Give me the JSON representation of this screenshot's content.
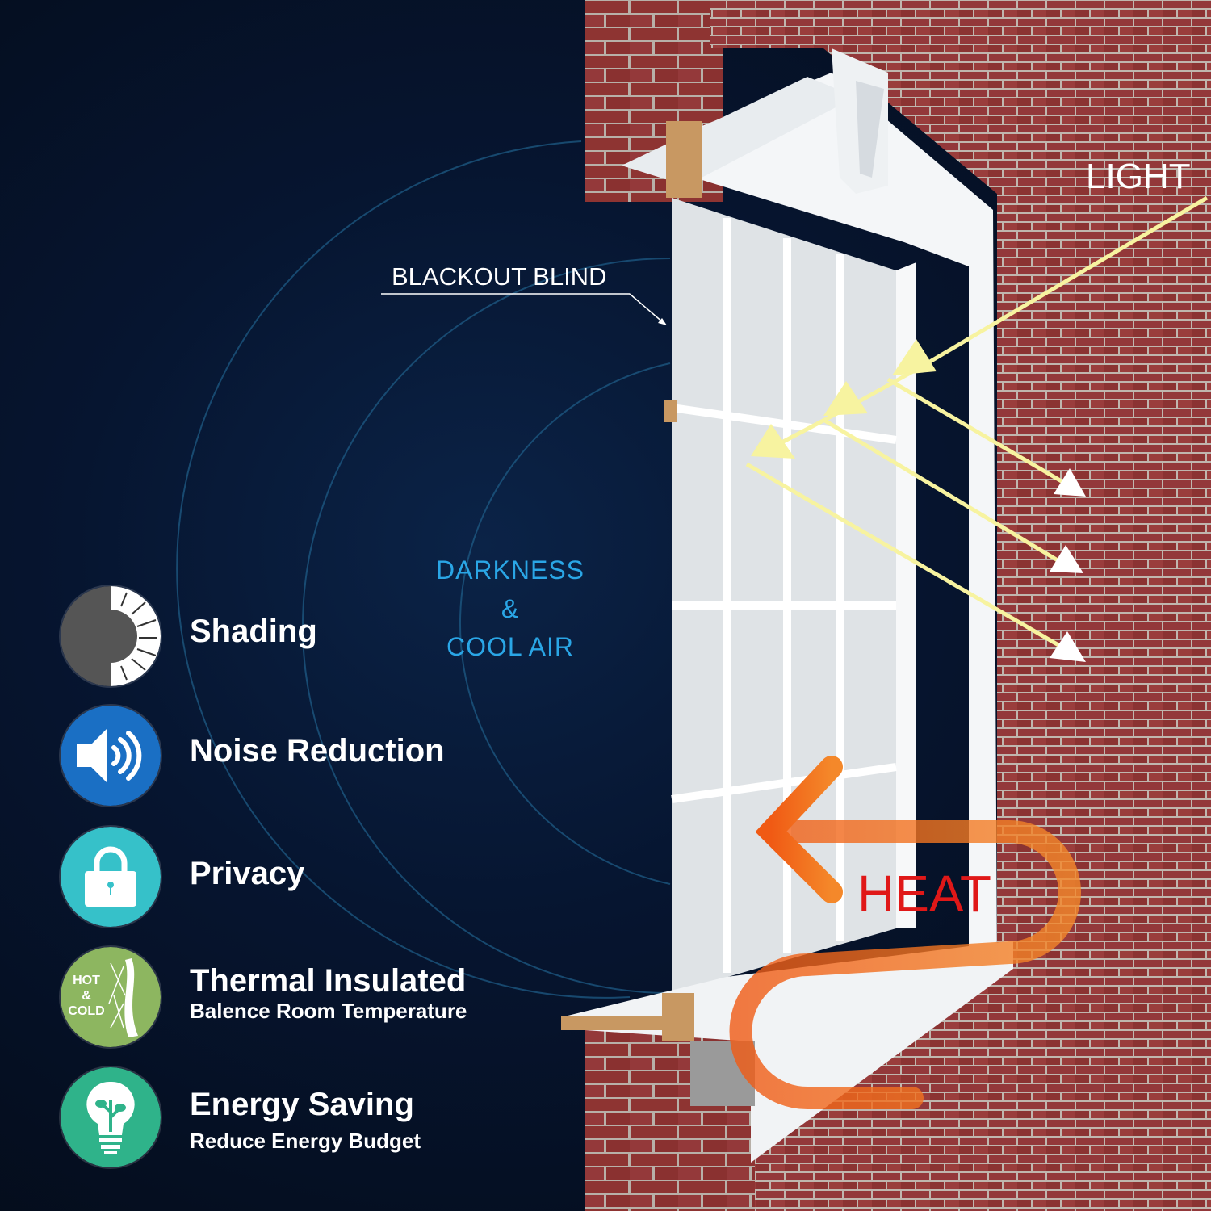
{
  "labels": {
    "light": "LIGHT",
    "blackout_blind": "BLACKOUT BLIND",
    "darkness": "DARKNESS",
    "ampersand": "&",
    "cool_air": "COOL AIR",
    "heat": "HEAT"
  },
  "features": [
    {
      "title": "Shading",
      "icon": "shading-icon"
    },
    {
      "title": "Noise Reduction",
      "icon": "speaker-icon"
    },
    {
      "title": "Privacy",
      "icon": "lock-icon"
    },
    {
      "title": "Thermal Insulated",
      "subtitle": "Balence Room Temperature",
      "icon": "hot-cold-icon",
      "icon_text": [
        "HOT",
        "&",
        "COLD"
      ]
    },
    {
      "title": "Energy Saving",
      "subtitle": "Reduce Energy Budget",
      "icon": "lightbulb-leaf-icon"
    }
  ],
  "colors": {
    "background": "#061530",
    "brick": "#8e3432",
    "accent_blue": "#2aa6e6",
    "heat_red": "#e01818",
    "heat_orange": "#f06a1e",
    "light_yellow": "#f7f3a0",
    "shading_icon": "#555555",
    "noise_icon": "#1a6fc4",
    "privacy_icon": "#36c1c9",
    "thermal_icon": "#8db660",
    "energy_icon": "#2fb38a"
  }
}
